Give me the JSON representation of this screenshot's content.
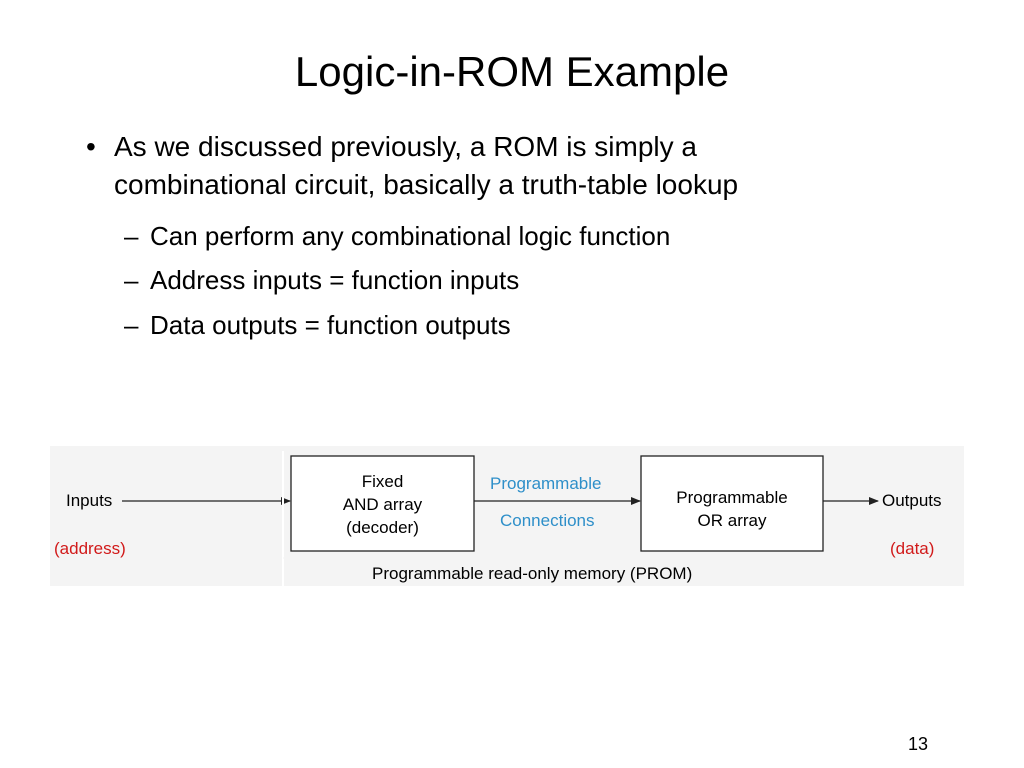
{
  "slide": {
    "title": "Logic-in-ROM Example",
    "bullet": {
      "marker": "•",
      "lines": [
        "As we discussed previously, a ROM is simply a",
        "combinational circuit, basically a truth-table lookup"
      ]
    },
    "subbullets": [
      {
        "dash": "–",
        "text": "Can perform any combinational logic function"
      },
      {
        "dash": "–",
        "text": "Address inputs = function inputs"
      },
      {
        "dash": "–",
        "text": "Data outputs = function outputs"
      }
    ],
    "page_number": "13"
  },
  "diagram": {
    "inputs_label": "Inputs",
    "inputs_sub": "(address)",
    "outputs_label": "Outputs",
    "outputs_sub": "(data)",
    "and_box": [
      "Fixed",
      "AND array",
      "(decoder)"
    ],
    "connections": [
      "Programmable",
      "Connections"
    ],
    "or_box": [
      "Programmable",
      "OR array"
    ],
    "caption": "Programmable read-only memory (PROM)",
    "colors": {
      "annotation_red": "#d11a1a",
      "connection_blue": "#2e8fc9",
      "panel_background": "#f4f4f4"
    }
  }
}
